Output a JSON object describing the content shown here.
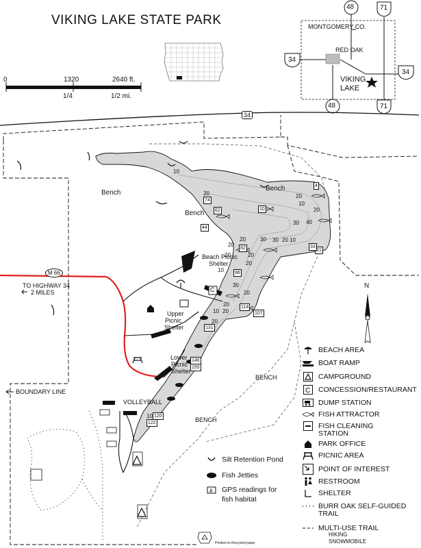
{
  "title": "VIKING LAKE STATE PARK",
  "scale": {
    "ft_ticks": [
      "0",
      "1320",
      "2640 ft."
    ],
    "mi_ticks": [
      "1/4",
      "1/2 mi."
    ]
  },
  "inset": {
    "county": "MONTGOMERY CO.",
    "town": "RED OAK",
    "park_line1": "VIKING",
    "park_line2": "LAKE",
    "routes": [
      "48",
      "71",
      "34",
      "34",
      "48",
      "71"
    ]
  },
  "map_labels": {
    "road_top": "34",
    "road_m": "M 66",
    "to_highway_line1": "TO HIGHWAY 34",
    "to_highway_line2": "2 MILES",
    "boundary_line": "BOUNDARY LINE",
    "bench_1": "Bench",
    "bench_2": "Bench",
    "bench_3": "Bench",
    "bench_4": "BENCH",
    "bench_5": "BENCH",
    "beach_picnic_line1": "Beach Picnic",
    "beach_picnic_line2": "Shelter",
    "upper_picnic_line1": "Upper",
    "upper_picnic_line2": "Picnic",
    "upper_picnic_line3": "Shelter",
    "lower_picnic_line1": "Lower",
    "lower_picnic_line2": "Picnic",
    "lower_picnic_line3": "Shelter",
    "volleyball": "VOLLEYBALL",
    "north": "N",
    "concession_letter": "C",
    "recycled": "Printed on Recycled paper"
  },
  "gps_readings": [
    "74",
    "62",
    "44",
    "82",
    "96",
    "114",
    "107",
    "131",
    "146",
    "155",
    "120",
    "122",
    "10",
    "4",
    "21",
    "33"
  ],
  "depth_labels": [
    "10",
    "20",
    "20",
    "10",
    "20",
    "30",
    "40",
    "30",
    "30",
    "20",
    "10",
    "20",
    "20",
    "20",
    "20",
    "10",
    "20",
    "20",
    "20",
    "30",
    "10",
    "20",
    "10",
    "20"
  ],
  "legend": [
    {
      "icon": "beach-area-icon",
      "label": "BEACH AREA"
    },
    {
      "icon": "boat-ramp-icon",
      "label": "BOAT RAMP"
    },
    {
      "icon": "campground-icon",
      "label": "CAMPGROUND"
    },
    {
      "icon": "concession-icon",
      "label": "CONCESSION/RESTAURANT"
    },
    {
      "icon": "dump-station-icon",
      "label": "DUMP STATION"
    },
    {
      "icon": "fish-attractor-icon",
      "label": "FISH ATTRACTOR"
    },
    {
      "icon": "fish-cleaning-icon",
      "label": "FISH CLEANING"
    },
    {
      "icon": "",
      "label": "STATION"
    },
    {
      "icon": "park-office-icon",
      "label": "PARK OFFICE"
    },
    {
      "icon": "picnic-area-icon",
      "label": "PICNIC AREA"
    },
    {
      "icon": "point-of-interest-icon",
      "label": "POINT OF INTEREST"
    },
    {
      "icon": "restroom-icon",
      "label": "RESTROOM"
    },
    {
      "icon": "shelter-icon",
      "label": "SHELTER"
    },
    {
      "icon": "trail-dots-icon",
      "label": "BURR OAK SELF-GUIDED"
    },
    {
      "icon": "",
      "label": "TRAIL"
    },
    {
      "icon": "trail-dashes-icon",
      "label": "MULTI-USE TRAIL"
    },
    {
      "icon": "",
      "label": "HIKING"
    },
    {
      "icon": "",
      "label": "SNOWMOBILE"
    }
  ],
  "lake_legend": [
    {
      "icon": "silt-pond-icon",
      "label": "Silt Retention Pond"
    },
    {
      "icon": "fish-jetty-icon",
      "label": "Fish Jetties"
    },
    {
      "icon": "gps-box-icon",
      "label": "GPS readings for"
    },
    {
      "icon": "",
      "label": "fish habitat"
    }
  ],
  "colors": {
    "lake": "#d8d8d8",
    "road_red": "#e0201c",
    "ink": "#111111"
  }
}
